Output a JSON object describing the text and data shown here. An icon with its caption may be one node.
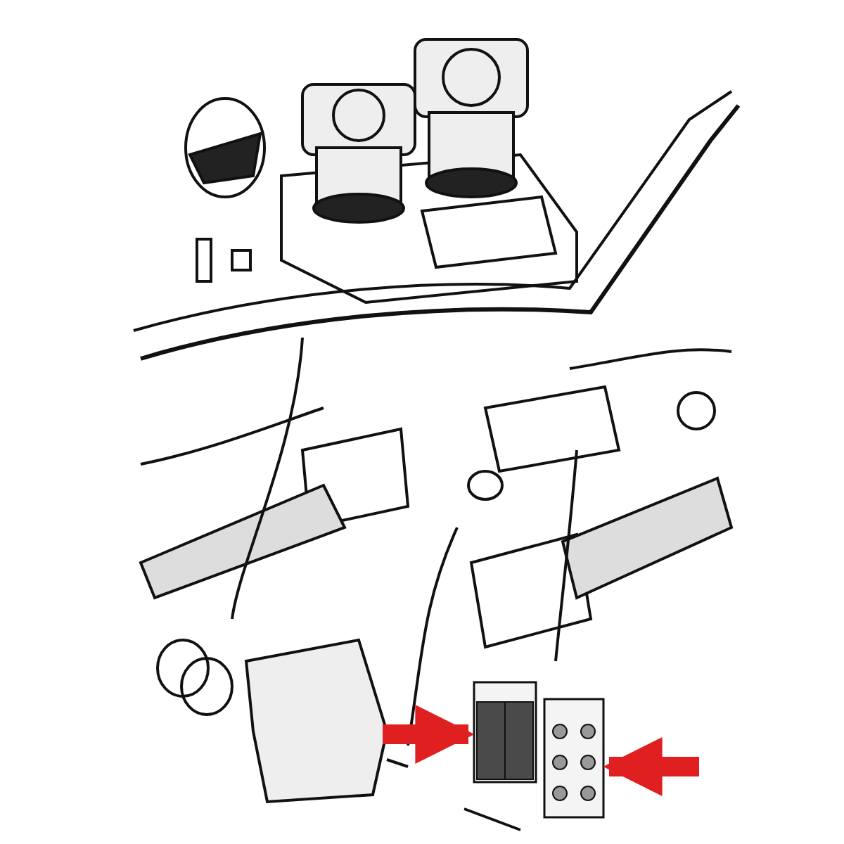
{
  "diagram": {
    "nodes": [
      {
        "text": [],
        "shape": "picture"
      },
      {
        "text": [],
        "shape": "picture"
      }
    ],
    "edges": [
      {
        "from": null,
        "to": 0,
        "arrow": "to"
      },
      {
        "from": null,
        "to": 1,
        "arrow": "to"
      }
    ]
  }
}
